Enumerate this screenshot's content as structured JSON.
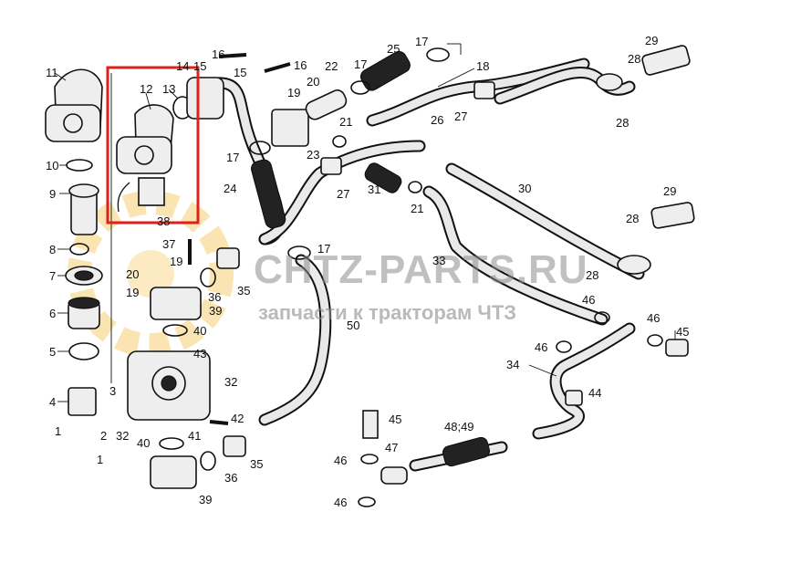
{
  "watermark": {
    "title": "CHTZ-PARTS.RU",
    "subtitle": "запчасти к тракторам ЧТЗ",
    "gear_color": "#f5c451"
  },
  "highlight": {
    "label": "12",
    "color": "#e0201b"
  },
  "callouts": [
    {
      "id": "c11",
      "text": "11"
    },
    {
      "id": "c10",
      "text": "10"
    },
    {
      "id": "c9",
      "text": "9"
    },
    {
      "id": "c8",
      "text": "8"
    },
    {
      "id": "c7",
      "text": "7"
    },
    {
      "id": "c6",
      "text": "6"
    },
    {
      "id": "c5",
      "text": "5"
    },
    {
      "id": "c4",
      "text": "4"
    },
    {
      "id": "c1a",
      "text": "1"
    },
    {
      "id": "c2",
      "text": "2"
    },
    {
      "id": "c1b",
      "text": "1"
    },
    {
      "id": "c3",
      "text": "3"
    },
    {
      "id": "c12",
      "text": "12"
    },
    {
      "id": "c13",
      "text": "13"
    },
    {
      "id": "c14",
      "text": "14"
    },
    {
      "id": "c15a",
      "text": "15"
    },
    {
      "id": "c15b",
      "text": "15"
    },
    {
      "id": "c16a",
      "text": "16"
    },
    {
      "id": "c16b",
      "text": "16"
    },
    {
      "id": "c17a",
      "text": "17"
    },
    {
      "id": "c17b",
      "text": "17"
    },
    {
      "id": "c17c",
      "text": "17"
    },
    {
      "id": "c17d",
      "text": "17"
    },
    {
      "id": "c18",
      "text": "18"
    },
    {
      "id": "c19a",
      "text": "19"
    },
    {
      "id": "c19b",
      "text": "19"
    },
    {
      "id": "c19c",
      "text": "19"
    },
    {
      "id": "c20a",
      "text": "20"
    },
    {
      "id": "c20b",
      "text": "20"
    },
    {
      "id": "c21a",
      "text": "21"
    },
    {
      "id": "c21b",
      "text": "21"
    },
    {
      "id": "c22",
      "text": "22"
    },
    {
      "id": "c23",
      "text": "23"
    },
    {
      "id": "c24",
      "text": "24"
    },
    {
      "id": "c25",
      "text": "25"
    },
    {
      "id": "c26",
      "text": "26"
    },
    {
      "id": "c27a",
      "text": "27"
    },
    {
      "id": "c27b",
      "text": "27"
    },
    {
      "id": "c28a",
      "text": "28"
    },
    {
      "id": "c28b",
      "text": "28"
    },
    {
      "id": "c28c",
      "text": "28"
    },
    {
      "id": "c28d",
      "text": "28"
    },
    {
      "id": "c29a",
      "text": "29"
    },
    {
      "id": "c29b",
      "text": "29"
    },
    {
      "id": "c30",
      "text": "30"
    },
    {
      "id": "c31",
      "text": "31"
    },
    {
      "id": "c32a",
      "text": "32"
    },
    {
      "id": "c32b",
      "text": "32"
    },
    {
      "id": "c33",
      "text": "33"
    },
    {
      "id": "c34",
      "text": "34"
    },
    {
      "id": "c35a",
      "text": "35"
    },
    {
      "id": "c35b",
      "text": "35"
    },
    {
      "id": "c36a",
      "text": "36"
    },
    {
      "id": "c36b",
      "text": "36"
    },
    {
      "id": "c37",
      "text": "37"
    },
    {
      "id": "c38",
      "text": "38"
    },
    {
      "id": "c39a",
      "text": "39"
    },
    {
      "id": "c39b",
      "text": "39"
    },
    {
      "id": "c40a",
      "text": "40"
    },
    {
      "id": "c40b",
      "text": "40"
    },
    {
      "id": "c41",
      "text": "41"
    },
    {
      "id": "c42",
      "text": "42"
    },
    {
      "id": "c43",
      "text": "43"
    },
    {
      "id": "c44",
      "text": "44"
    },
    {
      "id": "c45a",
      "text": "45"
    },
    {
      "id": "c45b",
      "text": "45"
    },
    {
      "id": "c46a",
      "text": "46"
    },
    {
      "id": "c46b",
      "text": "46"
    },
    {
      "id": "c46c",
      "text": "46"
    },
    {
      "id": "c46d",
      "text": "46"
    },
    {
      "id": "c46e",
      "text": "46"
    },
    {
      "id": "c47",
      "text": "47"
    },
    {
      "id": "c4849",
      "text": "48;49"
    },
    {
      "id": "c50",
      "text": "50"
    }
  ]
}
